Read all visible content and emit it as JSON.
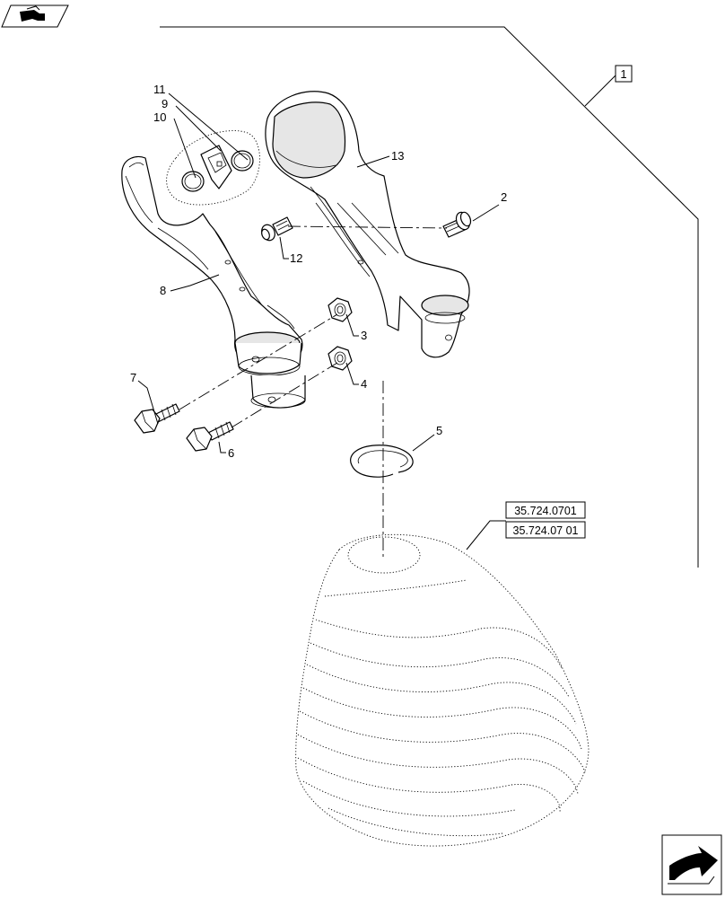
{
  "callouts": {
    "c1": "1",
    "c2": "2",
    "c3": "3",
    "c4": "4",
    "c5": "5",
    "c6": "6",
    "c7": "7",
    "c8": "8",
    "c9": "9",
    "c10": "10",
    "c11": "11",
    "c12": "12",
    "c13": "13"
  },
  "references": {
    "ref1": "35.724.0701",
    "ref2": "35.724.07 01"
  },
  "icons": {
    "top_left": "parts-group-icon",
    "bottom_right": "navigate-next-icon"
  }
}
